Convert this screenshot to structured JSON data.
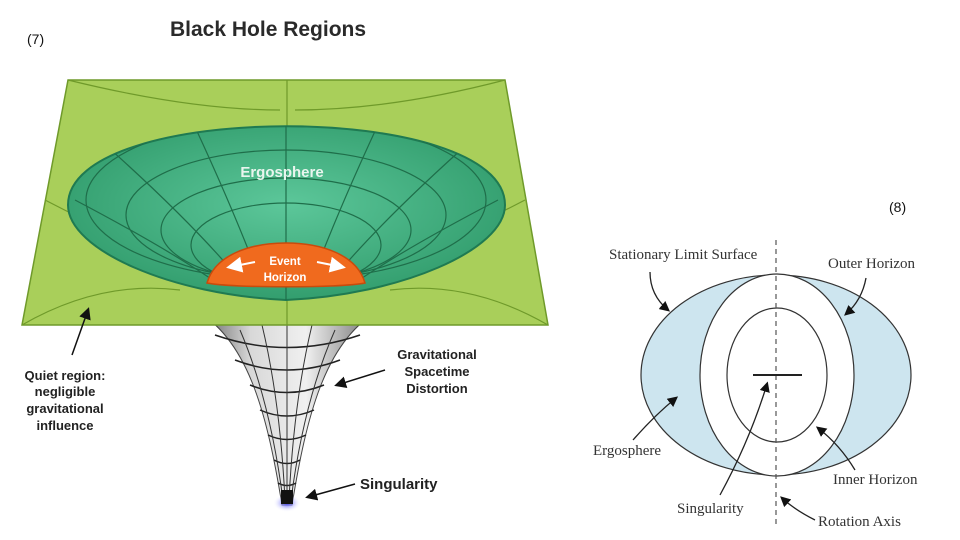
{
  "figure7": {
    "number": "(7)",
    "title": "Black Hole Regions",
    "labels": {
      "ergosphere": "Ergosphere",
      "event_horizon_line1": "Event",
      "event_horizon_line2": "Horizon",
      "quiet_line1": "Quiet region:",
      "quiet_line2": "negligible",
      "quiet_line3": "gravitational",
      "quiet_line4": "influence",
      "distortion_line1": "Gravitational",
      "distortion_line2": "Spacetime",
      "distortion_line3": "Distortion",
      "singularity": "Singularity"
    },
    "colors": {
      "plane": "#a9cf5a",
      "plane_edge": "#6f9a2a",
      "ergosphere": "#3fae7e",
      "event_horizon": "#f06a1e",
      "funnel": "#bdbdbd"
    }
  },
  "figure8": {
    "number": "(8)",
    "labels": {
      "stationary_limit_surface": "Stationary Limit Surface",
      "outer_horizon": "Outer Horizon",
      "ergosphere": "Ergosphere",
      "inner_horizon": "Inner Horizon",
      "singularity": "Singularity",
      "rotation_axis": "Rotation Axis"
    },
    "colors": {
      "ergosphere_fill": "#cde5ef",
      "outline": "#333333"
    }
  }
}
